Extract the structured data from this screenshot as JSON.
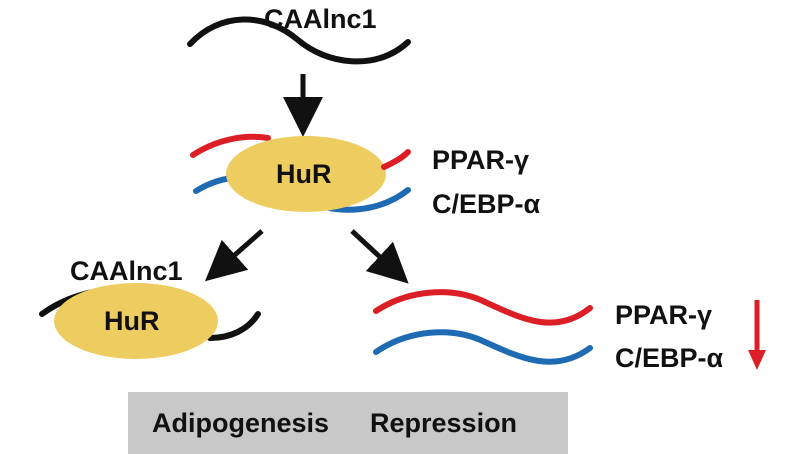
{
  "labels": {
    "lnc_top": "CAAlnc1",
    "hur_center": "HuR",
    "ppar_top": "PPAR-γ",
    "cebp_top": "C/EBP-α",
    "lnc_left": "CAAlnc1",
    "hur_left": "HuR",
    "ppar_right": "PPAR-γ",
    "cebp_right": "C/EBP-α"
  },
  "banner": {
    "word1": "Adipogenesis",
    "word2": "Repression"
  },
  "colors": {
    "hur_fill": "#edcd60",
    "ppar_strand": "#dc1f26",
    "cebp_strand": "#1e6ab3",
    "lnc_strand": "#111111",
    "down_arrow": "#dc1f26",
    "banner_bg": "#c8c8c8"
  }
}
